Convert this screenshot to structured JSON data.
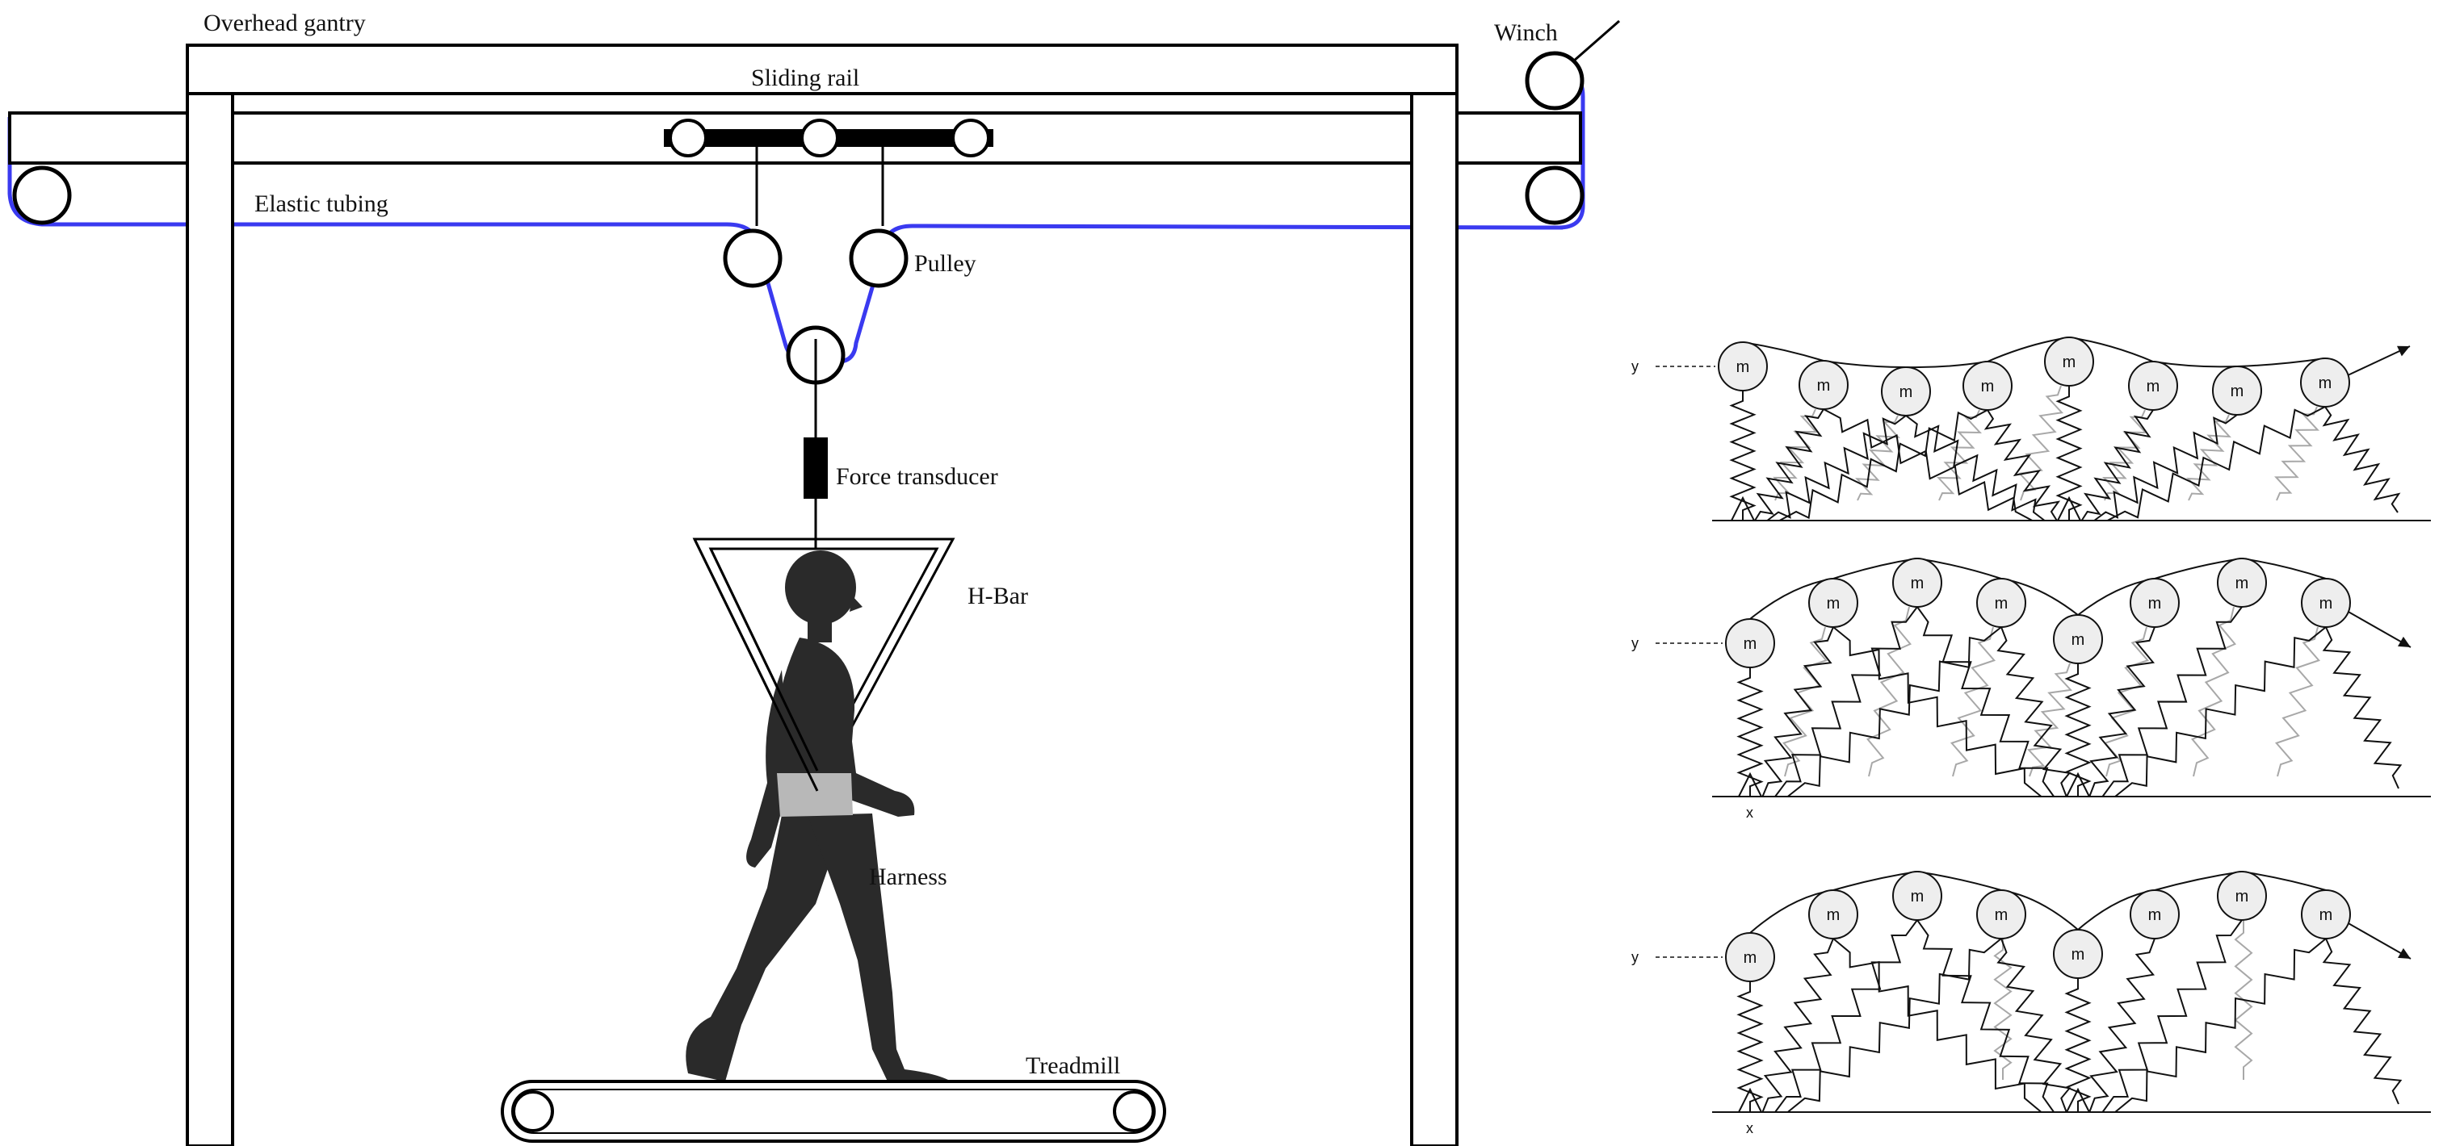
{
  "left_diagram": {
    "labels": {
      "overhead_gantry": "Overhead gantry",
      "winch": "Winch",
      "sliding_rail": "Sliding rail",
      "elastic_tubing": "Elastic tubing",
      "pulley": "Pulley",
      "force_transducer": "Force transducer",
      "h_bar": "H-Bar",
      "harness": "Harness",
      "treadmill": "Treadmill"
    },
    "colors": {
      "elastic_tubing": "#3a3af0",
      "frame": "#000000",
      "figure": "#2a2a2a",
      "harness": "#b8b8b8"
    }
  },
  "right_diagram": {
    "mass_label": "m",
    "y_axis_label": "y",
    "x_axis_label": "x",
    "panels": [
      {
        "id": "panel-1",
        "mass_count": 8,
        "shows_x_label": false
      },
      {
        "id": "panel-2",
        "mass_count": 8,
        "shows_x_label": true
      },
      {
        "id": "panel-3",
        "mass_count": 8,
        "shows_x_label": true
      }
    ]
  }
}
